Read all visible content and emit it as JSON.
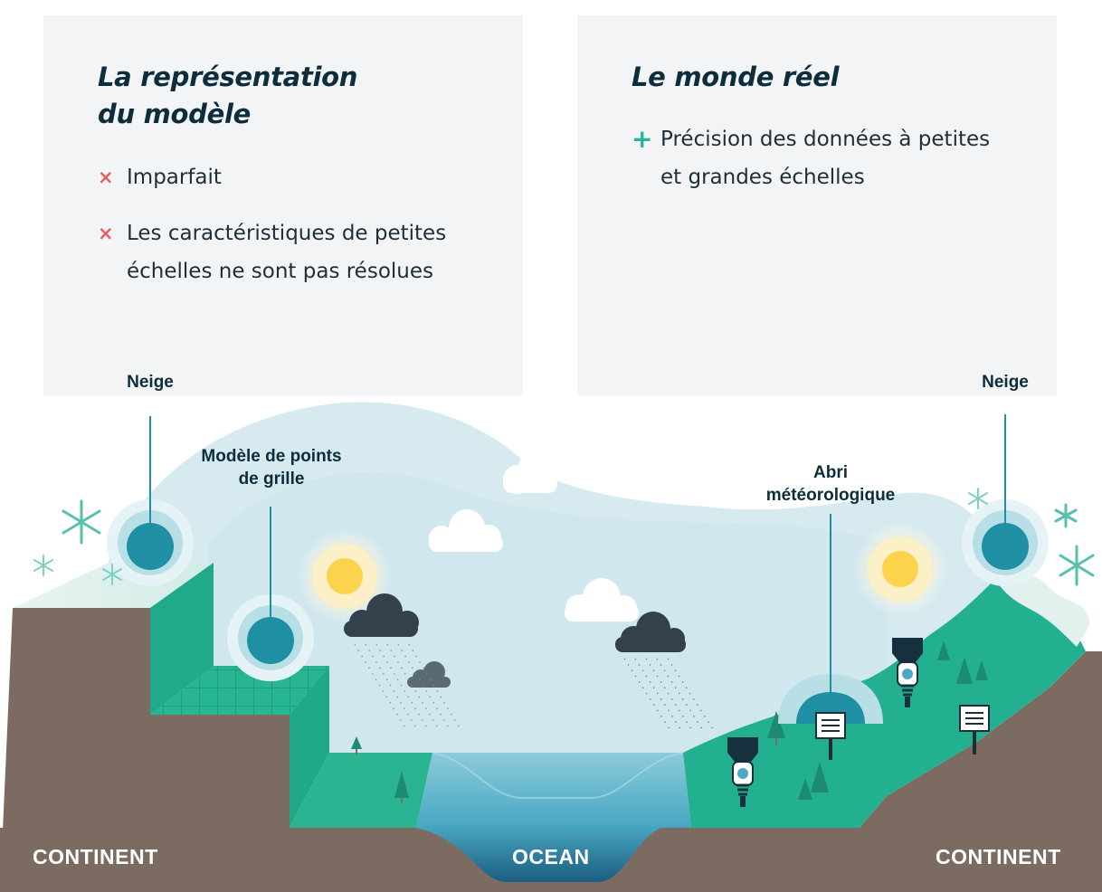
{
  "panels": {
    "left": {
      "title_line1": "La représentation",
      "title_line2": "du modèle",
      "points": [
        {
          "mark": "×",
          "text": "Imparfait"
        },
        {
          "mark": "×",
          "text_line1": "Les caractéristiques de petites",
          "text_line2": "échelles ne sont pas résolues"
        }
      ]
    },
    "right": {
      "title": "Le monde réel",
      "points": [
        {
          "mark": "+",
          "text_line1": "Précision des données à petites",
          "text_line2": "et grandes échelles"
        }
      ]
    }
  },
  "labels": {
    "snow_left": "Neige",
    "grid_line1": "Modèle de points",
    "grid_line2": "de grille",
    "shelter_line1": "Abri",
    "shelter_line2": "météorologique",
    "snow_right": "Neige"
  },
  "ground": {
    "continent_left": "CONTINENT",
    "ocean": "OCEAN",
    "continent_right": "CONTINENT"
  },
  "icons": [
    "snowflake-icon",
    "sun-icon",
    "cloud-icon",
    "rain-cloud-icon",
    "tree-icon",
    "weather-station-icon",
    "weather-shelter-icon",
    "grid-point-icon"
  ],
  "colors": {
    "brand_dark": "#0d2d3d",
    "negative": "#e85e5e",
    "positive": "#28b39c",
    "ground": "#7b6b61",
    "land_green": "#22b090",
    "ocean": "#4aa9c4",
    "sky": "#d9ecf1"
  }
}
